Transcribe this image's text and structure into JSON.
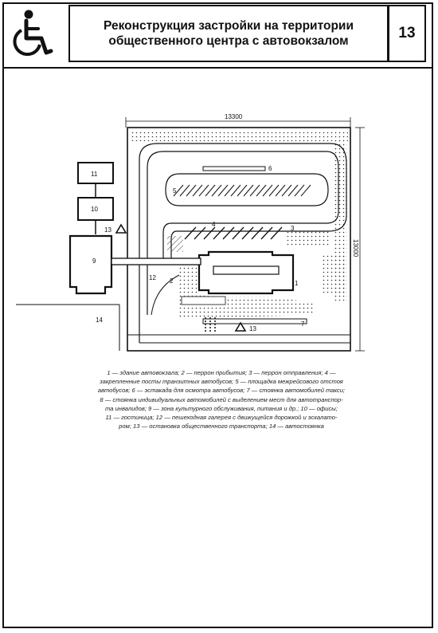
{
  "header": {
    "title_line1": "Реконструкция застройки на территории",
    "title_line2": "общественного центра с автовокзалом",
    "page_number": "13"
  },
  "logo": {
    "icon": "wheelchair-accessibility-icon"
  },
  "plan": {
    "dimension_width": "13300",
    "dimension_height": "13000",
    "labels": {
      "l1": "1",
      "l2": "2",
      "l3": "3",
      "l4": "4",
      "l5": "5",
      "l6": "6",
      "l7": "7",
      "l9": "9",
      "l10": "10",
      "l11": "11",
      "l12": "12",
      "l13a": "13",
      "l13b": "13",
      "l14": "14"
    }
  },
  "legend": {
    "lines": [
      "1 — здание автовокзала; 2 — перрон прибытия; 3 — перрон отправления; 4 —",
      "закрепленные посты транзитных автобусов; 5 — площадка межрейсового отстоя",
      "автобусов; 6 — эстакада для осмотра автобусов; 7 — стоянка автомобилей такси;",
      "8 — стоянка индивидуальных автомобилей с выделением мест для автотранспор-",
      "та инвалидов; 9 — зона культурного обслуживания, питания и др.; 10 — офисы;",
      "11 — гостиница; 12 — пешеходная галерея с движущейся дорожкой и эскалато-",
      "ром; 13 — остановка общественного транспорта; 14 — автостоянка"
    ]
  }
}
